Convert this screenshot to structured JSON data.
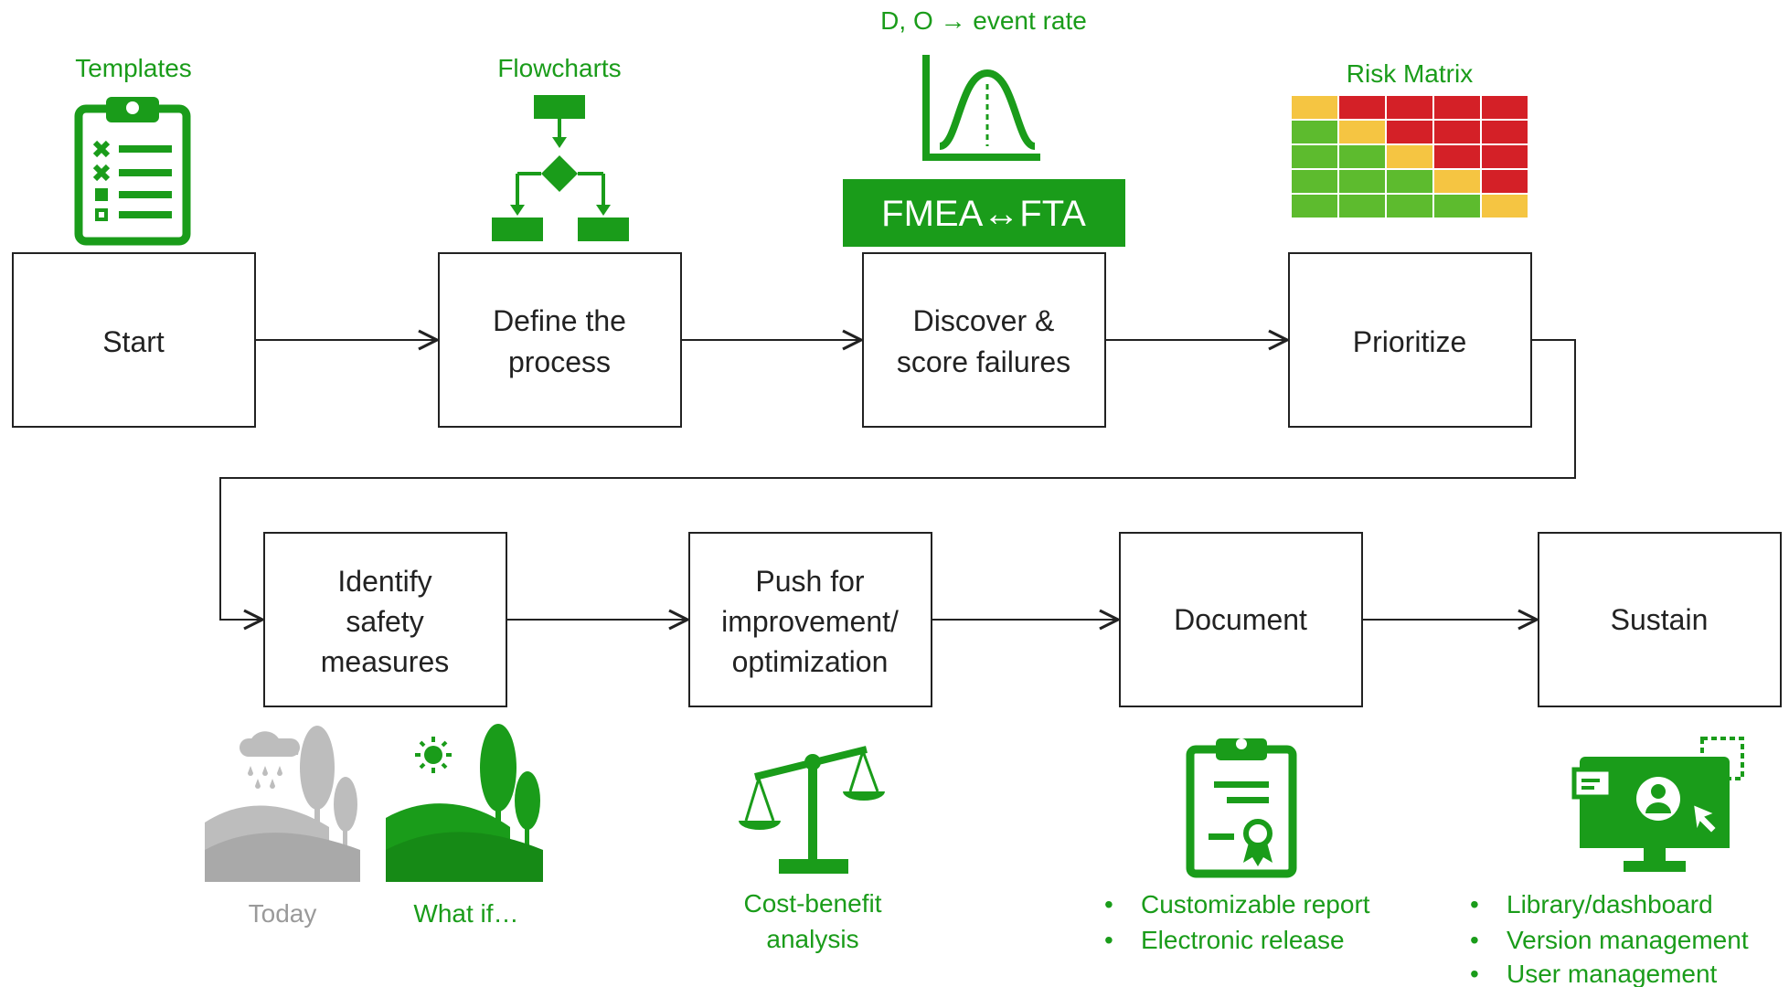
{
  "colors": {
    "green": "#1a9c1a",
    "grey": "#bdbdbd",
    "risk_yellow": "#f5c542",
    "risk_red": "#d42027",
    "risk_green": "#5dbb2e"
  },
  "steps": {
    "start": "Start",
    "define": [
      "Define the",
      "process"
    ],
    "discover": [
      "Discover &",
      "score failures"
    ],
    "prioritize": "Prioritize",
    "identify": [
      "Identify",
      "safety",
      "measures"
    ],
    "push": [
      "Push for",
      "improvement/",
      "optimization"
    ],
    "document": "Document",
    "sustain": "Sustain"
  },
  "labels": {
    "templates": "Templates",
    "flowcharts": "Flowcharts",
    "event_rate": "D, O → event rate",
    "fmea_fta": "FMEA↔FTA",
    "risk_matrix": "Risk Matrix",
    "today": "Today",
    "what_if": "What if…",
    "cost_benefit": [
      "Cost-benefit",
      "analysis"
    ]
  },
  "document_bullets": [
    "Customizable report",
    "Electronic release"
  ],
  "sustain_bullets": [
    "Library/dashboard",
    "Version management",
    "User management"
  ],
  "icons": [
    "clipboard-checklist-icon",
    "flowchart-icon",
    "bell-curve-icon",
    "risk-matrix-icon",
    "landscape-rain-icon",
    "landscape-sun-icon",
    "balance-scale-icon",
    "certificate-clipboard-icon",
    "monitor-user-icon"
  ],
  "risk_matrix_grid": [
    [
      "Y",
      "R",
      "R",
      "R",
      "R"
    ],
    [
      "G",
      "Y",
      "R",
      "R",
      "R"
    ],
    [
      "G",
      "G",
      "Y",
      "R",
      "R"
    ],
    [
      "G",
      "G",
      "G",
      "Y",
      "R"
    ],
    [
      "G",
      "G",
      "G",
      "G",
      "Y"
    ]
  ]
}
